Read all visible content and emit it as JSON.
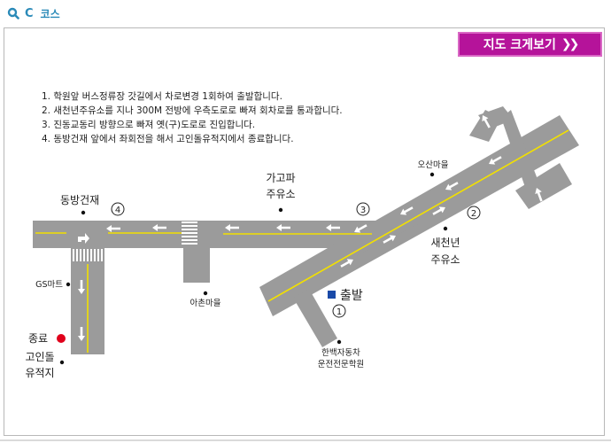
{
  "header": {
    "letter": "C",
    "title": "코스",
    "icon": "magnifier-icon"
  },
  "map_button": {
    "label": "지도 크게보기",
    "icon": "double-chevron-right-icon"
  },
  "instructions": [
    "1. 학원앞 버스정류장 갓길에서 차로변경 1회하여 출발합니다.",
    "2. 새천년주유소를 지나 300M 전방에 우측도로로 빠져 회차로를 통과합니다.",
    "3. 진동교동리 방향으로 빠져 옛(구)도로로 진입합니다.",
    "4. 동방건재 앞에서 좌회전을 해서 고인돌유적지에서 종료합니다."
  ],
  "landmarks": {
    "dongbang": "동방건재",
    "gago_1": "가고파",
    "gago_2": "주유소",
    "osan": "오산마을",
    "saecheon_1": "새천년",
    "saecheon_2": "주유소",
    "gs": "GS마트",
    "achon": "아촌마을",
    "start": "출발",
    "end": "종료",
    "goindol_1": "고인돌",
    "goindol_2": "유적지",
    "school_1": "한백자동차",
    "school_2": "운전전문학원"
  },
  "markers": {
    "m1": "1",
    "m2": "2",
    "m3": "3",
    "m4": "4"
  },
  "colors": {
    "road": "#9b9b9b",
    "center_line": "#f2e000",
    "start": "#1a4aa8",
    "end": "#e0001b",
    "accent": "#b5139a"
  }
}
